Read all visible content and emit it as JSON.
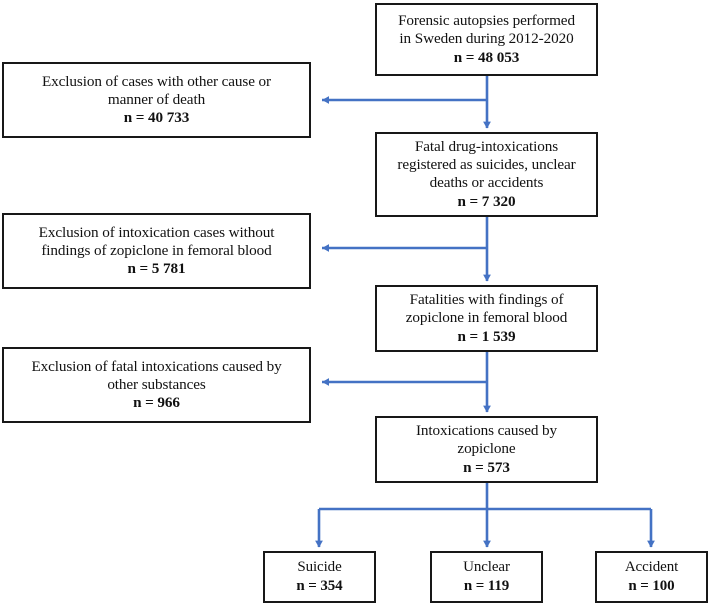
{
  "diagram": {
    "title": "Forensic autopsy case selection flow",
    "accent_color": "#4472C4",
    "border_color": "#181818",
    "background_color": "#FFFFFF"
  },
  "main_nodes": [
    {
      "id": "autopsies",
      "text": "Forensic autopsies performed\nin Sweden during 2012-2020",
      "count": "n = 48 053"
    },
    {
      "id": "fatal-drug-intoxications",
      "text": "Fatal drug-intoxications\nregistered as suicides, unclear\ndeaths or accidents",
      "count": "n = 7 320"
    },
    {
      "id": "zopiclone-findings",
      "text": "Fatalities with findings of\nzopiclone in femoral blood",
      "count": "n = 1 539"
    },
    {
      "id": "zopiclone-intoxications",
      "text": "Intoxications caused by\nzopiclone",
      "count": "n = 573"
    }
  ],
  "exclusion_nodes": [
    {
      "id": "exclusion-other-cause",
      "text": "Exclusion of cases with other cause or\nmanner of death",
      "count": "n = 40 733"
    },
    {
      "id": "exclusion-no-zopiclone",
      "text": "Exclusion of intoxication cases without\nfindings of zopiclone in femoral blood",
      "count": "n = 5 781"
    },
    {
      "id": "exclusion-other-substances",
      "text": "Exclusion of fatal intoxications caused by\nother substances",
      "count": "n = 966"
    }
  ],
  "outcome_nodes": [
    {
      "id": "suicide",
      "text": "Suicide",
      "count": "n = 354"
    },
    {
      "id": "unclear",
      "text": "Unclear",
      "count": "n = 119"
    },
    {
      "id": "accident",
      "text": "Accident",
      "count": "n = 100"
    }
  ]
}
